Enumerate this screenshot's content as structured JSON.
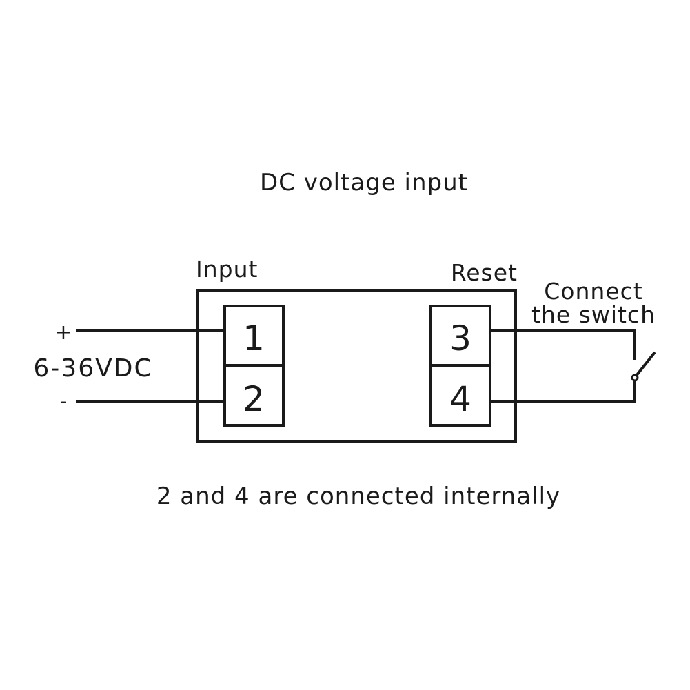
{
  "title": "DC voltage input",
  "labels": {
    "input": "Input",
    "reset": "Reset",
    "connect_line1": "Connect",
    "connect_line2": "the switch",
    "plus": "+",
    "minus": "-",
    "voltage": "6-36VDC"
  },
  "terminals": [
    "1",
    "2",
    "3",
    "4"
  ],
  "note": "2 and 4 are connected internally",
  "colors": {
    "line": "#1a1a1a",
    "background": "#ffffff"
  }
}
